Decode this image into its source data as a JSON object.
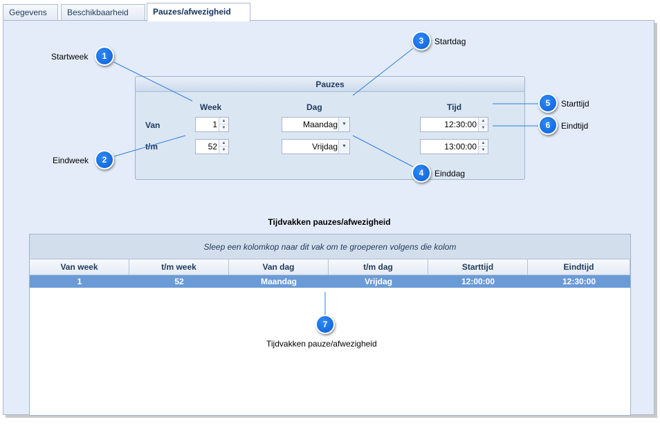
{
  "tabs": [
    {
      "label": "Gegevens"
    },
    {
      "label": "Beschikbaarheid"
    },
    {
      "label": "Pauzes/afwezigheid"
    }
  ],
  "pauzes": {
    "title": "Pauzes",
    "col_week": "Week",
    "col_dag": "Dag",
    "col_tijd": "Tijd",
    "row_van": "Van",
    "row_tm": "t/m",
    "van_week": "1",
    "tm_week": "52",
    "van_dag": "Maandag",
    "tm_dag": "Vrijdag",
    "van_tijd": "12:30:00",
    "tm_tijd": "13:00:00"
  },
  "table": {
    "title": "Tijdvakken pauzes/afwezigheid",
    "group_hint": "Sleep een kolomkop naar dit vak om te groeperen volgens die kolom",
    "columns": [
      "Van week",
      "t/m week",
      "Van dag",
      "t/m dag",
      "Starttijd",
      "Eindtijd"
    ],
    "rows": [
      [
        "1",
        "52",
        "Maandag",
        "Vrijdag",
        "12:00:00",
        "12:30:00"
      ]
    ]
  },
  "callouts": [
    {
      "num": "1",
      "label": "Startweek"
    },
    {
      "num": "2",
      "label": "Eindweek"
    },
    {
      "num": "3",
      "label": "Startdag"
    },
    {
      "num": "4",
      "label": "Einddag"
    },
    {
      "num": "5",
      "label": "Starttijd"
    },
    {
      "num": "6",
      "label": "Eindtijd"
    },
    {
      "num": "7",
      "label": "Tijdvakken pauze/afwezigheid"
    }
  ],
  "colors": {
    "accent": "#0a5fd8",
    "selected_row": "#6b9bd6",
    "panel_bg": "#e3ecf8"
  },
  "icons": {
    "spin_up": "spin-up-arrow-icon",
    "spin_down": "spin-down-arrow-icon",
    "dropdown": "chevron-down-icon"
  }
}
